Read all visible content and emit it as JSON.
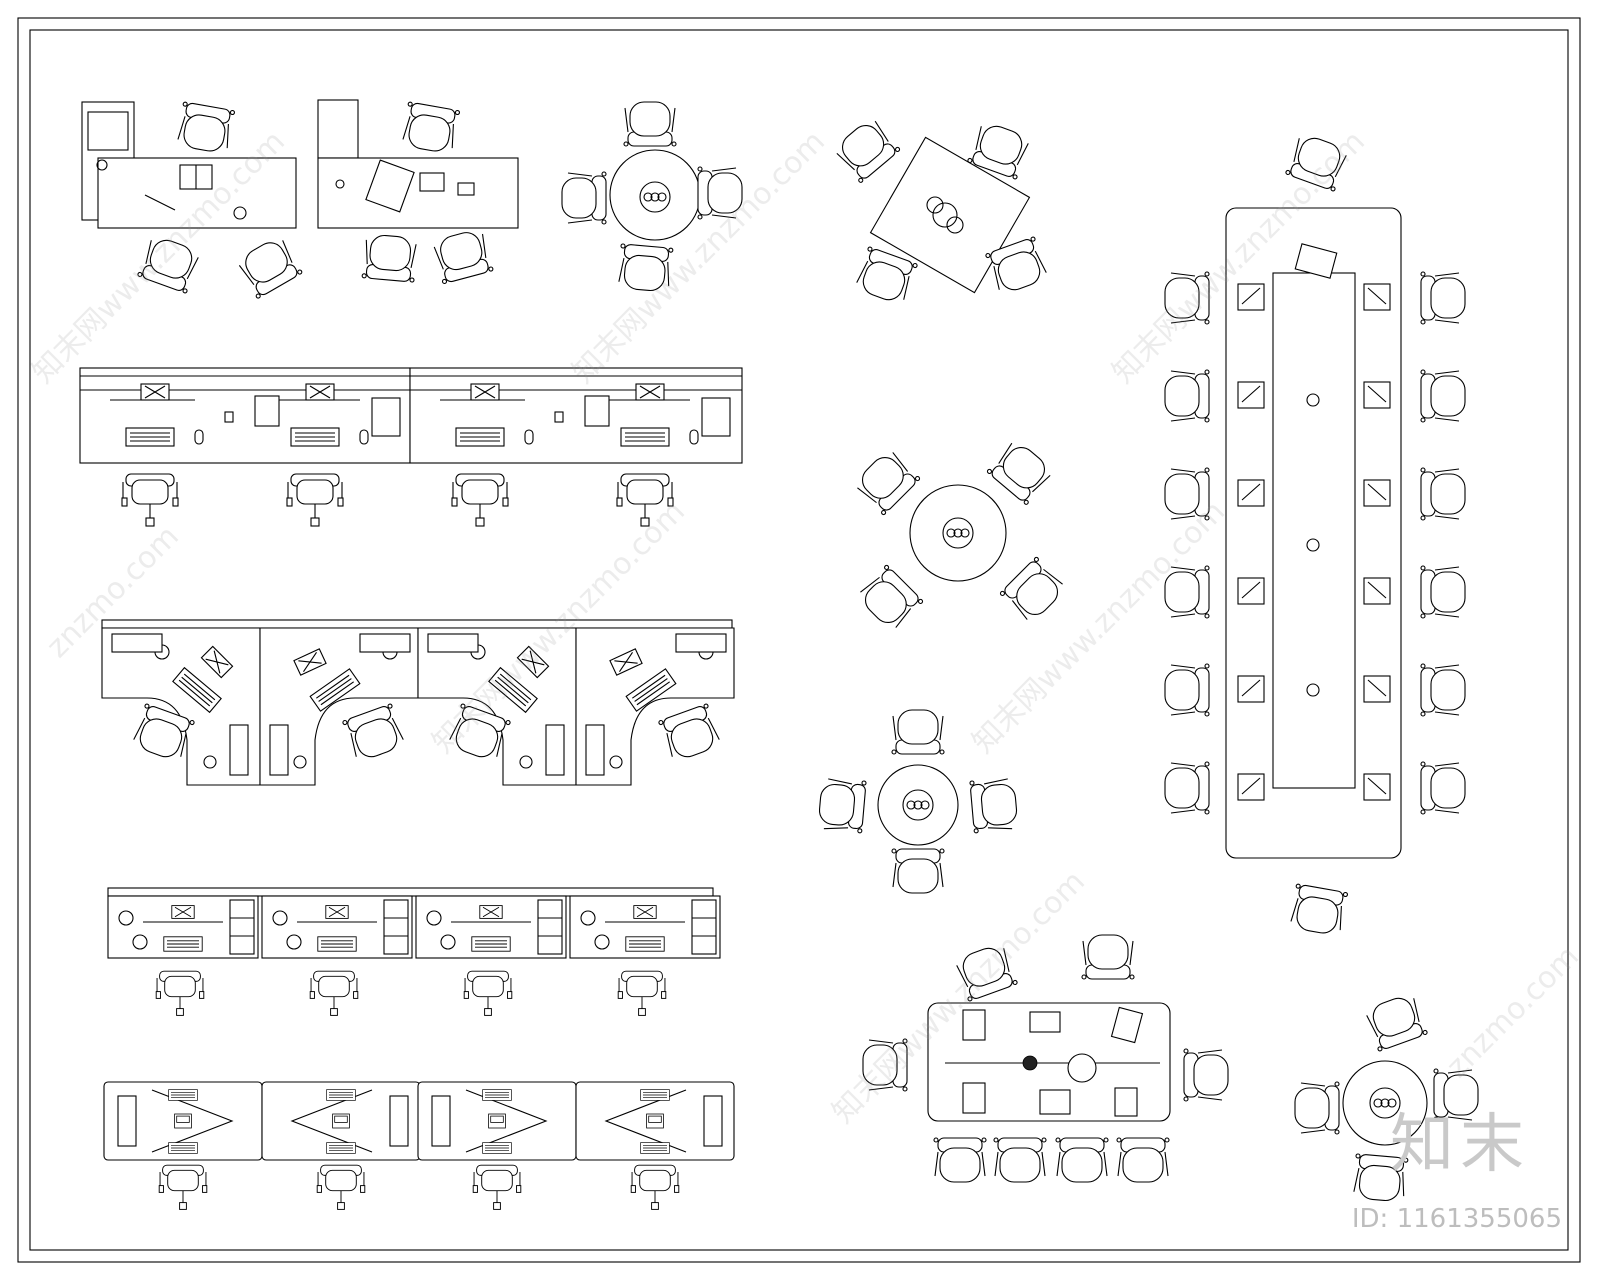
{
  "watermark": {
    "brand_text": "知末",
    "id_text": "ID: 1161355065",
    "site_text": "znzmo.com",
    "site_text_cn": "知末网www.znzmo.com"
  },
  "drawing": {
    "subject": "office furniture plan blocks",
    "groups": [
      {
        "kind": "executive-desk",
        "count": 2
      },
      {
        "kind": "round-table-4-chairs",
        "count": 4
      },
      {
        "kind": "square-table-4-chairs",
        "count": 1
      },
      {
        "kind": "linear-workstation-row",
        "count": 1
      },
      {
        "kind": "l-workstation-row",
        "count": 1
      },
      {
        "kind": "compact-workstation-row",
        "count": 1
      },
      {
        "kind": "bench-workstation-row",
        "count": 1
      },
      {
        "kind": "conference-table-12-seats",
        "count": 1
      },
      {
        "kind": "collaboration-table",
        "count": 1
      }
    ]
  }
}
